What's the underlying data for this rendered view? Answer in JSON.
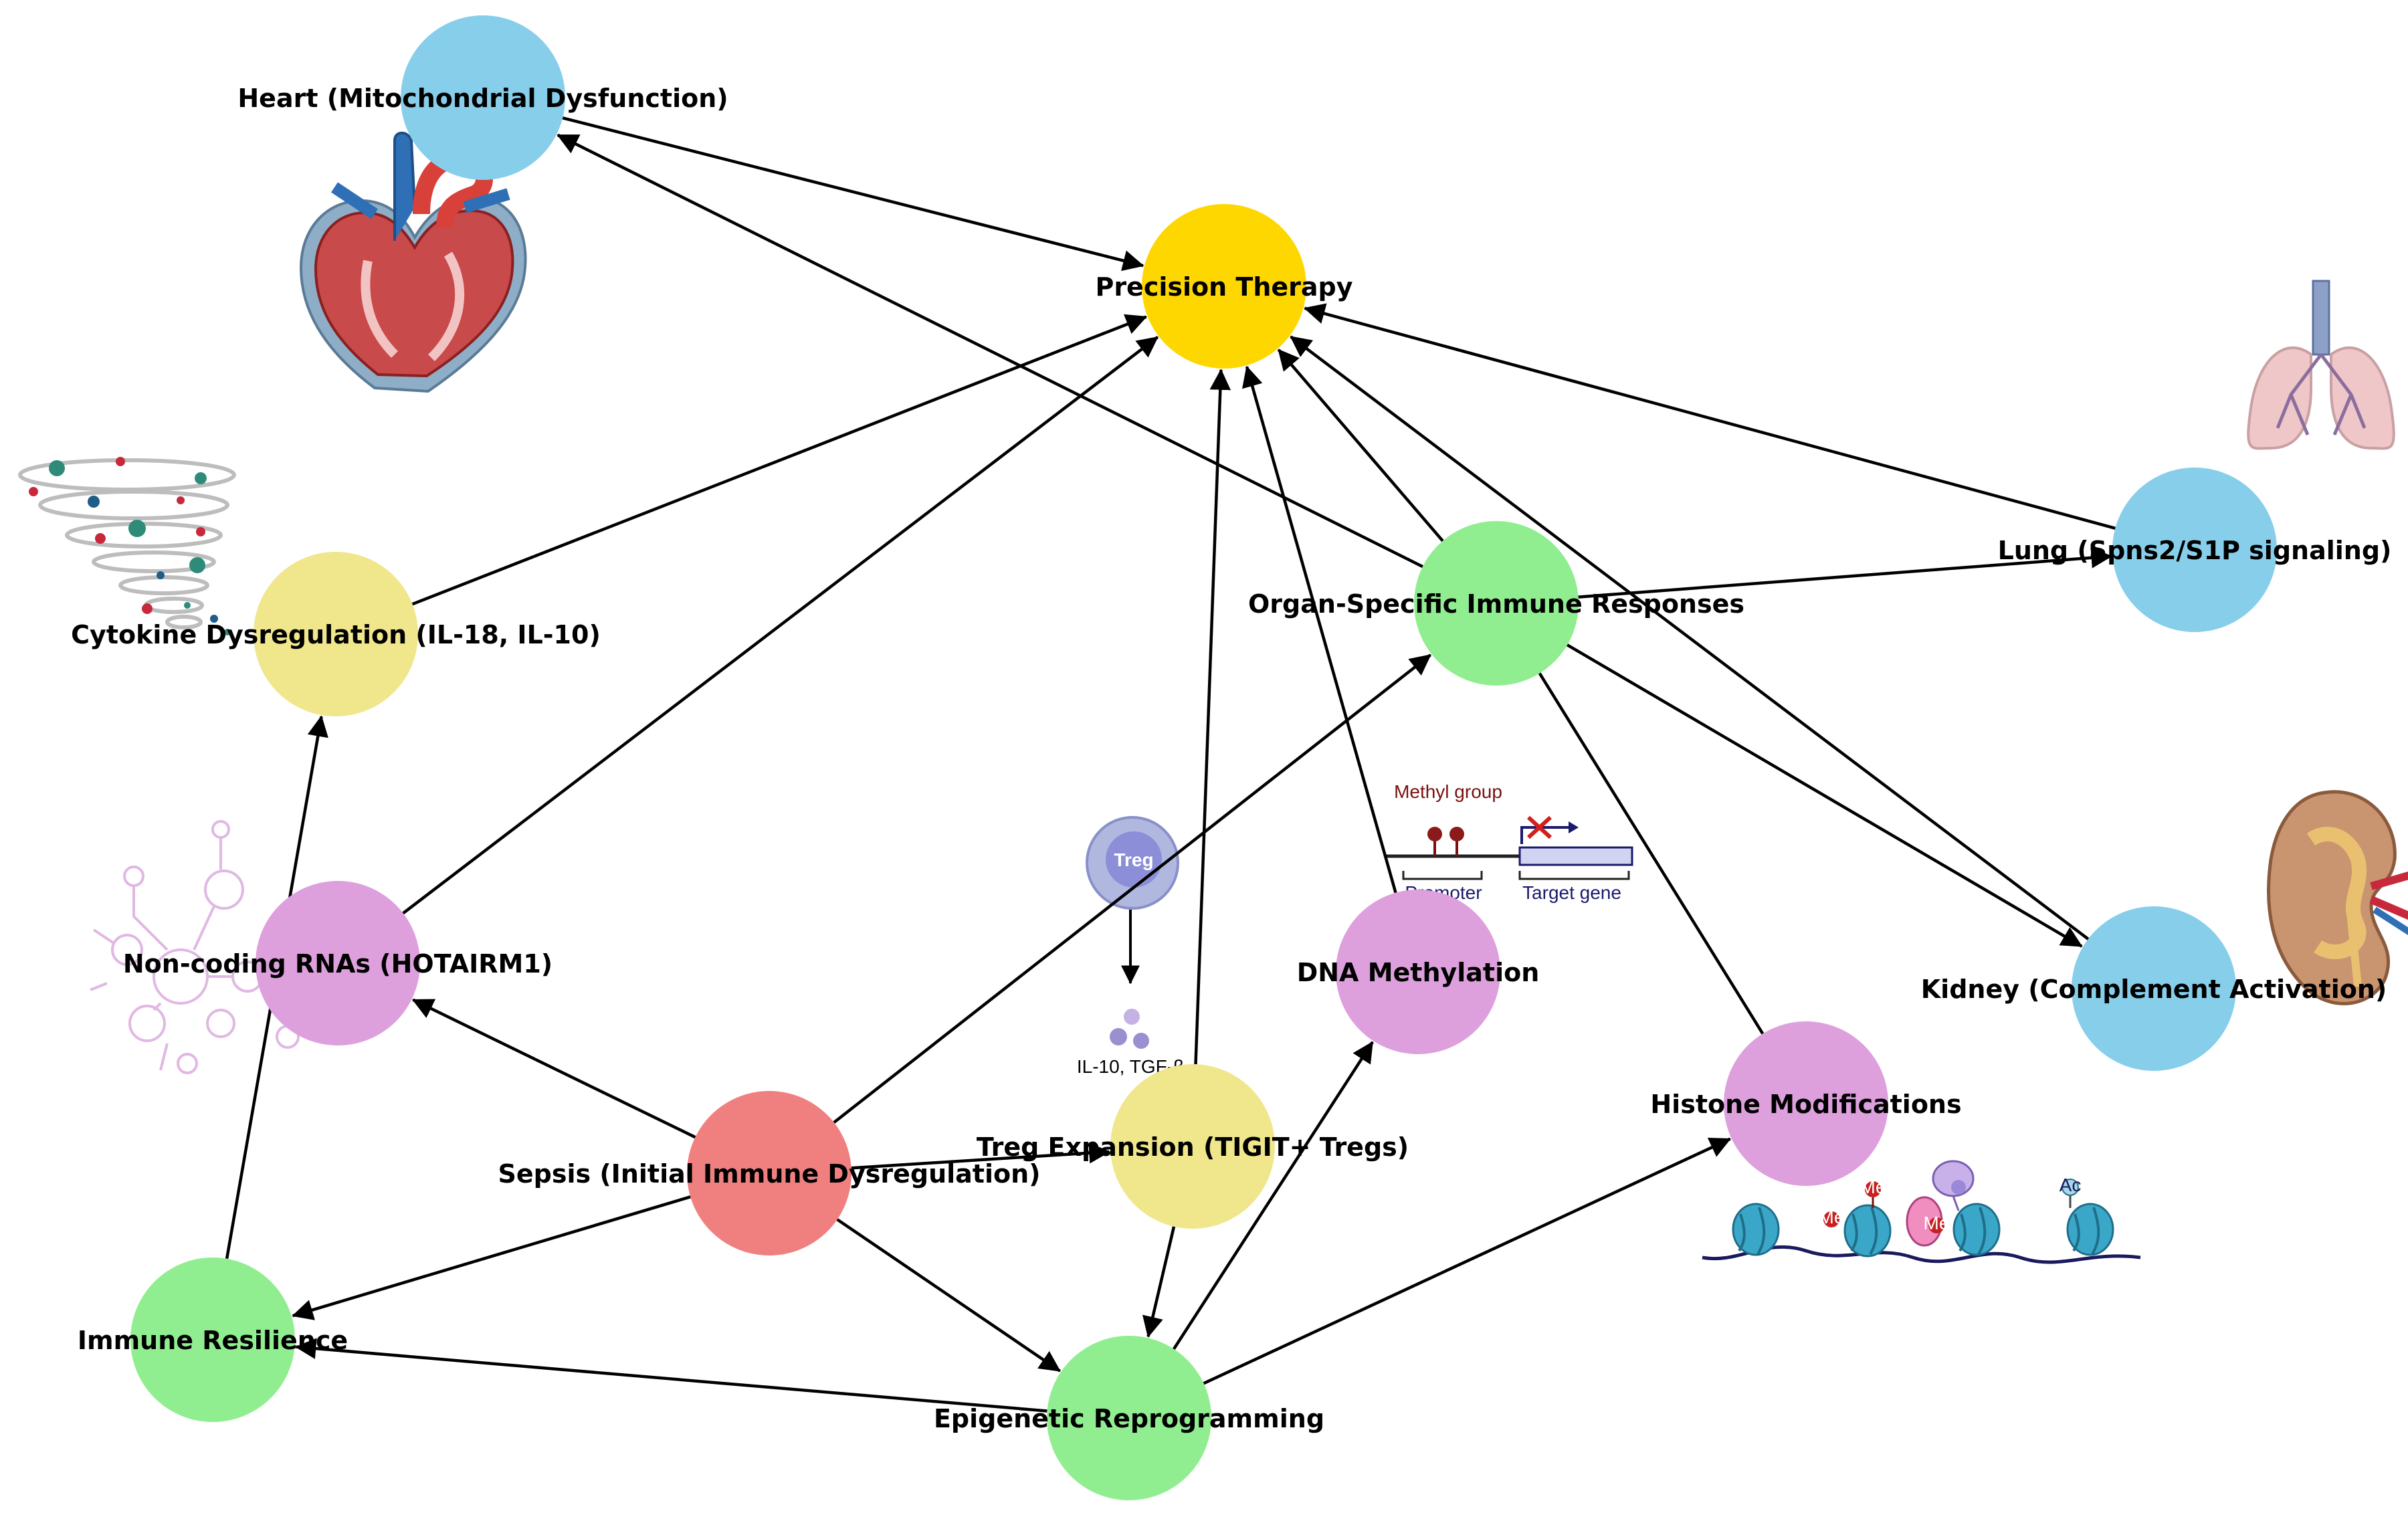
{
  "colors": {
    "blue": "#87CEEB",
    "gold": "#FFD700",
    "yellow": "#F0E68C",
    "green": "#90EE90",
    "purple": "#DDA0DD",
    "red": "#F08080",
    "edge": "#000000"
  },
  "nodes": [
    {
      "id": "heart",
      "label": "Heart (Mitochondrial Dysfunction)",
      "color": "blue"
    },
    {
      "id": "precision",
      "label": "Precision Therapy",
      "color": "gold"
    },
    {
      "id": "cytokine",
      "label": "Cytokine Dysregulation (IL-18, IL-10)",
      "color": "yellow"
    },
    {
      "id": "organ",
      "label": "Organ-Specific Immune Responses",
      "color": "green"
    },
    {
      "id": "lung",
      "label": "Lung (Spns2/S1P signaling)",
      "color": "blue"
    },
    {
      "id": "ncrna",
      "label": "Non-coding RNAs (HOTAIRM1)",
      "color": "purple"
    },
    {
      "id": "dnameth",
      "label": "DNA Methylation",
      "color": "purple"
    },
    {
      "id": "kidney",
      "label": "Kidney (Complement Activation)",
      "color": "blue"
    },
    {
      "id": "histone",
      "label": "Histone Modifications",
      "color": "purple"
    },
    {
      "id": "sepsis",
      "label": "Sepsis (Initial Immune Dysregulation)",
      "color": "red"
    },
    {
      "id": "treg",
      "label": "Treg Expansion (TIGIT+ Tregs)",
      "color": "yellow"
    },
    {
      "id": "resilience",
      "label": "Immune Resilience",
      "color": "green"
    },
    {
      "id": "epigenetic",
      "label": "Epigenetic Reprogramming",
      "color": "green"
    }
  ],
  "edges": [
    {
      "from": "heart",
      "to": "precision"
    },
    {
      "from": "organ",
      "to": "heart"
    },
    {
      "from": "cytokine",
      "to": "precision"
    },
    {
      "from": "ncrna",
      "to": "precision"
    },
    {
      "from": "treg",
      "to": "precision"
    },
    {
      "from": "dnameth",
      "to": "precision"
    },
    {
      "from": "organ",
      "to": "precision"
    },
    {
      "from": "lung",
      "to": "precision"
    },
    {
      "from": "kidney",
      "to": "precision"
    },
    {
      "from": "organ",
      "to": "lung"
    },
    {
      "from": "organ",
      "to": "kidney"
    },
    {
      "from": "organ",
      "to": "histone",
      "arrow": false
    },
    {
      "from": "sepsis",
      "to": "organ"
    },
    {
      "from": "sepsis",
      "to": "ncrna"
    },
    {
      "from": "sepsis",
      "to": "treg"
    },
    {
      "from": "sepsis",
      "to": "resilience"
    },
    {
      "from": "sepsis",
      "to": "epigenetic"
    },
    {
      "from": "epigenetic",
      "to": "resilience"
    },
    {
      "from": "resilience",
      "to": "cytokine"
    },
    {
      "from": "epigenetic",
      "to": "dnameth"
    },
    {
      "from": "epigenetic",
      "to": "histone"
    },
    {
      "from": "treg",
      "to": "epigenetic"
    }
  ],
  "illustrations": {
    "treg_cell_label": "Treg",
    "treg_cytokines_label": "IL-10, TGF-β",
    "methyl_group_label": "Methyl group",
    "promoter_label": "Promoter",
    "target_gene_label": "Target gene",
    "histone_mark_me": "Me",
    "histone_mark_ac": "Ac"
  }
}
